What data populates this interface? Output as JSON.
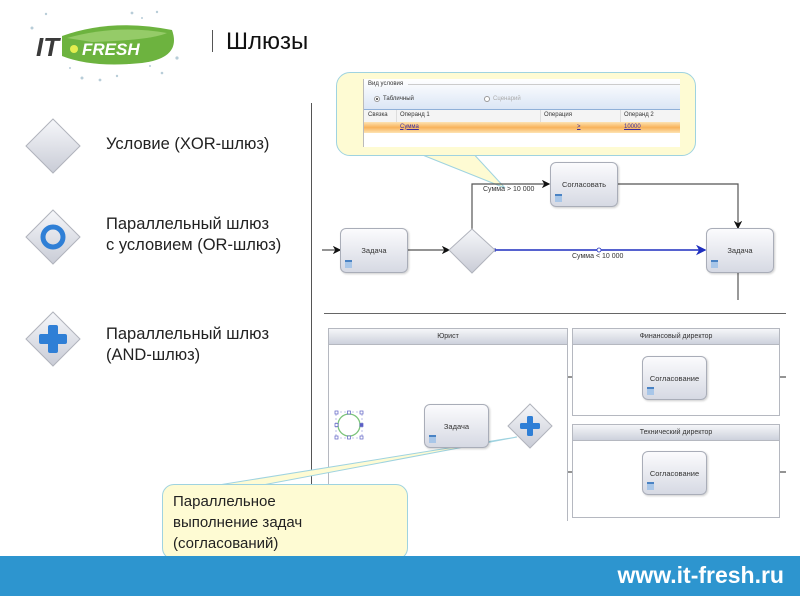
{
  "header": {
    "logo": {
      "it": "IT",
      "fresh": "FRESH"
    },
    "title": "Шлюзы"
  },
  "legend": {
    "items": [
      {
        "icon": "xor-gateway-icon",
        "text_lines": [
          "Условие (XOR-шлюз)"
        ]
      },
      {
        "icon": "or-gateway-icon",
        "text_lines": [
          "Параллельный шлюз",
          "с условием (OR-шлюз)"
        ]
      },
      {
        "icon": "and-gateway-icon",
        "text_lines": [
          "Параллельный шлюз",
          "(AND-шлюз)"
        ]
      }
    ]
  },
  "condition_panel": {
    "group_label": "Вид условия",
    "radio_options": [
      {
        "label": "Табличный",
        "selected": true
      },
      {
        "label": "Сценарий",
        "selected": false
      }
    ],
    "columns": [
      "Связка",
      "Операнд 1",
      "Операция",
      "Операнд 2"
    ],
    "rows": [
      {
        "link": "",
        "operand1": "Сумма",
        "operation": ">",
        "operand2": "10000"
      }
    ]
  },
  "xor_diagram": {
    "task_left": "Задача",
    "task_approve": "Согласовать",
    "task_right": "Задача",
    "edge_upper_label": "Сумма > 10 000",
    "edge_lower_label": "Сумма < 10 000"
  },
  "and_diagram": {
    "lanes": [
      "Юрист",
      "Финансовый директор",
      "Технический директор"
    ],
    "task_lawyer": "Задача",
    "task_fin": "Согласование",
    "task_tech": "Согласование"
  },
  "callout_bottom": {
    "lines": [
      "Параллельное",
      "выполнение задач",
      "(согласований)"
    ]
  },
  "footer": {
    "url": "www.it-fresh.ru"
  },
  "colors": {
    "footer_bg": "#2d95cf",
    "gateway_blue": "#2f7fd6",
    "selected_edge": "#1f2fbf",
    "callout_bg": "#fefbd3",
    "logo_green": "#6db33f"
  }
}
